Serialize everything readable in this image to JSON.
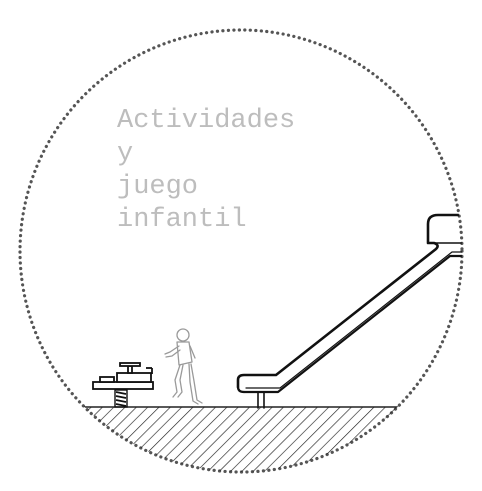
{
  "title": {
    "lines": [
      "Actividades",
      "y",
      "juego",
      "infantil"
    ]
  },
  "colors": {
    "frame_dots": "#555555",
    "title_text": "#bdbdbd",
    "equipment_stroke": "#111111",
    "child_stroke": "#9a9a9a",
    "ground_hatch": "#222222",
    "background": "#ffffff"
  },
  "elements": {
    "frame": "dotted-circle-frame",
    "equipment": [
      "spring-rider",
      "child-figure",
      "slide"
    ],
    "ground": "hatched-ground"
  }
}
